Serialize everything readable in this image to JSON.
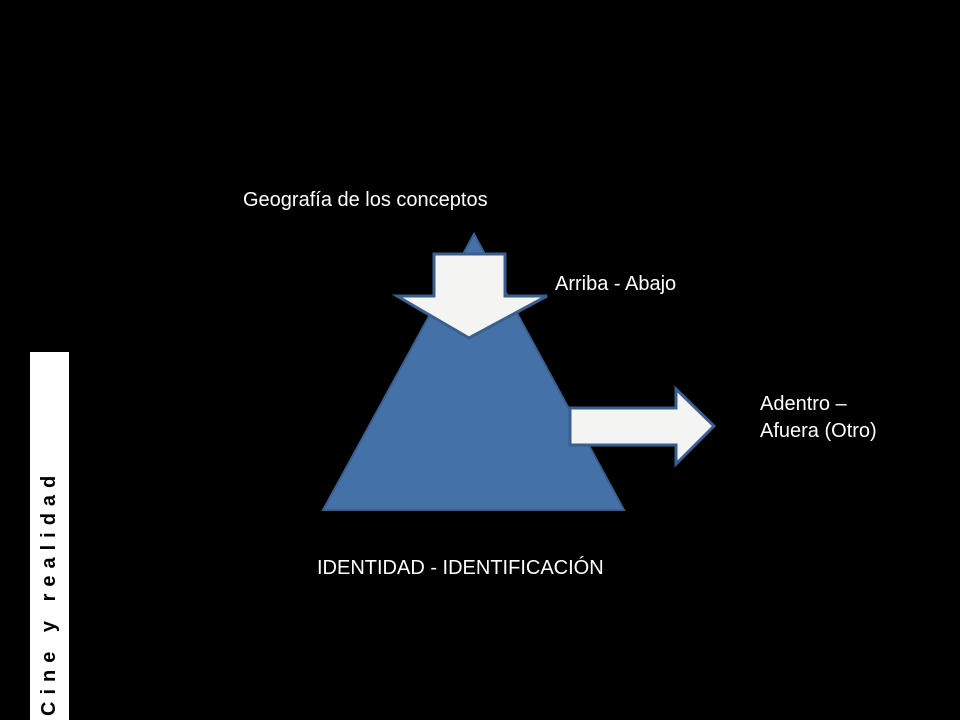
{
  "diagram": {
    "title": "Geografía de los conceptos",
    "down_arrow_label": "Arriba - Abajo",
    "right_arrow_label_line1": "Adentro –",
    "right_arrow_label_line2": "Afuera (Otro)",
    "base_label": "IDENTIDAD - IDENTIFICACIÓN"
  },
  "sidebar": {
    "text": "Cine y realidad"
  },
  "colors": {
    "background": "#000000",
    "triangle_fill": "#4472a8",
    "triangle_stroke": "#3a5f8f",
    "arrow_fill": "#f4f4f2",
    "arrow_stroke": "#3a5f8f",
    "text": "#ffffff"
  }
}
